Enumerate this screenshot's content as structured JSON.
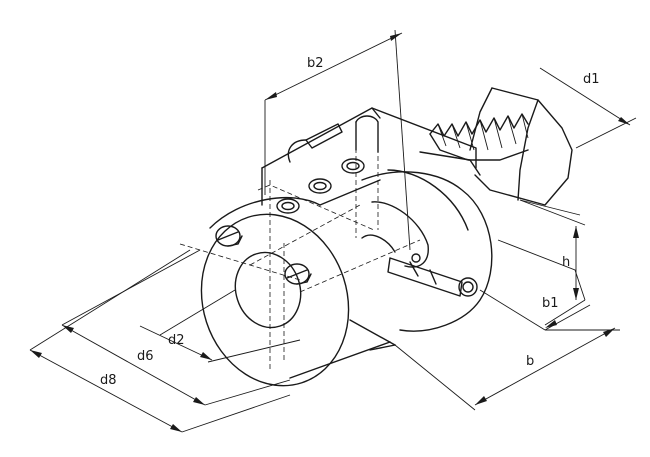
{
  "diagram": {
    "dimension_labels": {
      "b2": "b2",
      "d1": "d1",
      "h": "h",
      "b1": "b1",
      "b": "b",
      "d2": "d2",
      "d6": "d6",
      "d8": "d8"
    }
  }
}
